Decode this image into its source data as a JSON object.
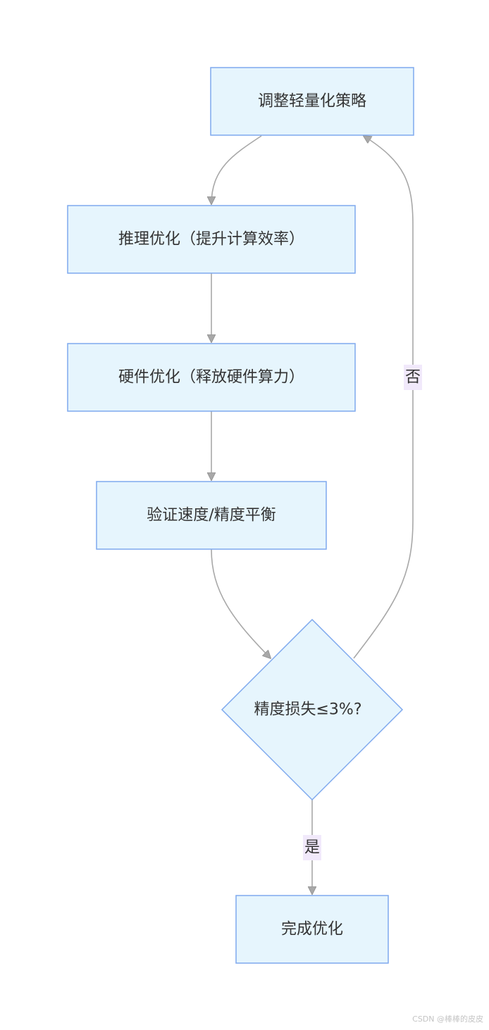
{
  "nodes": {
    "adjust": "调整轻量化策略",
    "inference": "推理优化（提升计算效率）",
    "hardware": "硬件优化（释放硬件算力）",
    "verify": "验证速度/精度平衡",
    "decision": "精度损失≤3%?",
    "done": "完成优化"
  },
  "edges": {
    "no_label": "否",
    "yes_label": "是"
  },
  "watermark": "CSDN @棒棒的皮皮",
  "colors": {
    "node_fill": "#e6f5fd",
    "node_stroke": "#7fa9ee",
    "edge_stroke": "#a8a8a8",
    "edge_label_bg": "#f1e9fb",
    "text": "#333333"
  }
}
